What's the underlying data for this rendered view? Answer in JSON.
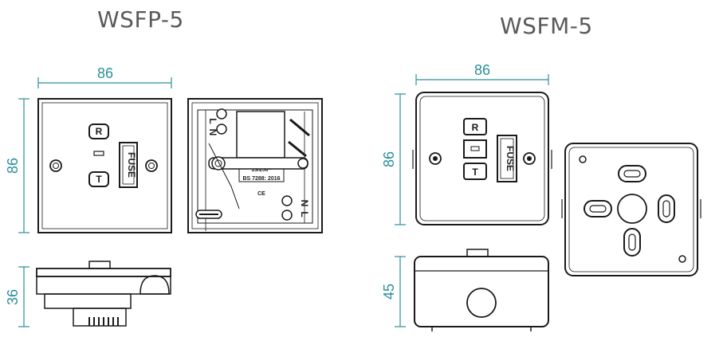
{
  "titles": {
    "left": "WSFP-5",
    "right": "WSFM-5"
  },
  "dimensions": {
    "left_width": "86",
    "left_height": "86",
    "left_depth": "36",
    "right_width": "86",
    "right_height": "86",
    "right_depth": "45"
  },
  "labels": {
    "fuse_left": "FUSE",
    "fuse_right": "FUSE",
    "rating": "13/250~",
    "standard": "BS 7288: 2016",
    "ce": "CE",
    "terminal_l": "L",
    "terminal_n": "N"
  },
  "colors": {
    "dimension": "#2a8f9a",
    "outline": "#1a1a1a",
    "title": "#5a5a5a"
  }
}
